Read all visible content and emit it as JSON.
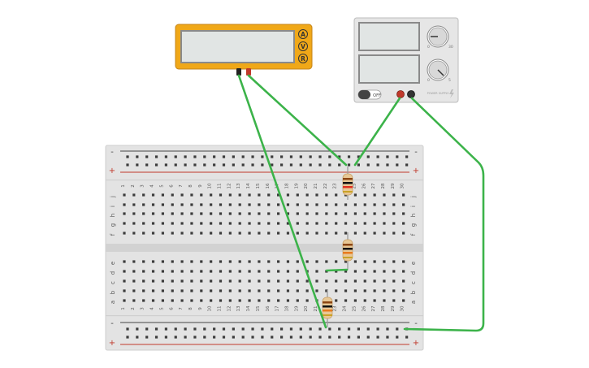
{
  "multimeter": {
    "display_value": "",
    "mode_buttons": [
      "A",
      "V",
      "R"
    ],
    "body_color": "#f0a818",
    "screen_color": "#e1e5e4"
  },
  "power_supply": {
    "upper_display": "",
    "lower_display": "",
    "upper_knob_marks": [
      "0",
      "30"
    ],
    "lower_knob_marks": [
      "0",
      "5"
    ],
    "off_label": "OFF",
    "brand_label": "POWER SUPPLY",
    "body_color": "#e6e6e6"
  },
  "breadboard": {
    "columns": [
      "1",
      "2",
      "3",
      "4",
      "5",
      "6",
      "7",
      "8",
      "9",
      "10",
      "11",
      "12",
      "13",
      "14",
      "15",
      "16",
      "17",
      "18",
      "19",
      "20",
      "21",
      "22",
      "23",
      "24",
      "25",
      "26",
      "27",
      "28",
      "29",
      "30"
    ],
    "rows_top": [
      "j",
      "i",
      "h",
      "g",
      "f"
    ],
    "rows_bottom": [
      "e",
      "d",
      "c",
      "b",
      "a"
    ],
    "rail_minus": "-",
    "rail_plus": "+",
    "body_color": "#e3e3e3",
    "rail_red": "#c0392b",
    "rail_dark": "#444444"
  },
  "wires": {
    "color": "#3cb34a"
  }
}
